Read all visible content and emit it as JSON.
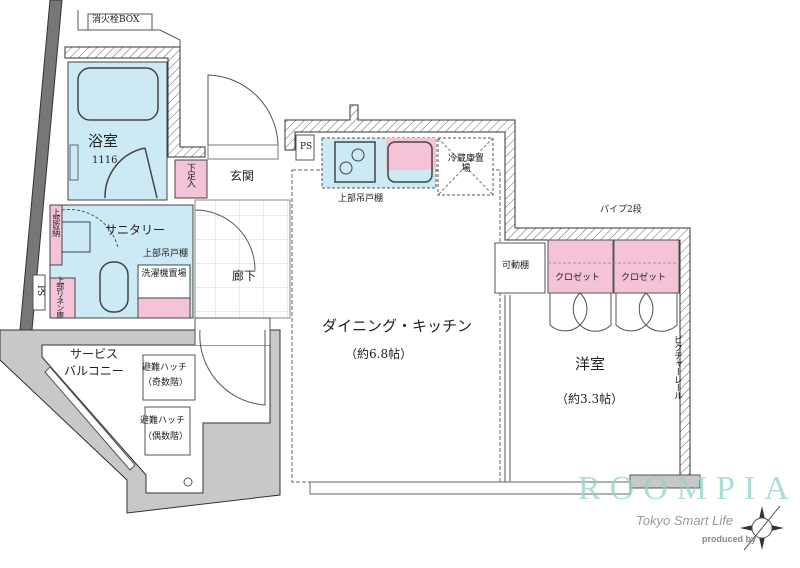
{
  "rooms": {
    "fire_box": "消火栓BOX",
    "bathroom": "浴室",
    "bathroom_size": "1116",
    "shoe_box": "下足入",
    "entrance": "玄関",
    "sanitary": "サニタリー",
    "upper_storage": "上部収納",
    "upper_linen": "上部リネン庫",
    "ps_left": "PS",
    "upper_cabinet_sanitary": "上部吊戸棚",
    "washer": "洗濯機置場",
    "hallway": "廊下",
    "ps_kitchen": "PS",
    "upper_cabinet_kitchen": "上部吊戸棚",
    "fridge": "冷蔵庫置場",
    "dk": "ダイニング・キッチン",
    "dk_size": "（約6.8帖）",
    "movable_shelf": "可動棚",
    "pipe": "パイプ2段",
    "closet_1": "クロゼット",
    "closet_2": "クロゼット",
    "western_room": "洋室",
    "western_size": "（約3.3帖）",
    "picture_rail": "ピクチャーレール",
    "balcony_line1": "サービス",
    "balcony_line2": "バルコニー",
    "hatch_odd_1": "避難ハッチ",
    "hatch_odd_2": "（奇数階）",
    "hatch_even_1": "避難ハッチ",
    "hatch_even_2": "（偶数階）"
  },
  "branding": {
    "logo": "ROOMPIA",
    "tagline": "Tokyo Smart Life",
    "produced_by": "produced by",
    "compass_icon": "compass-north-icon"
  },
  "colors": {
    "wet_area": "#cce9f6",
    "storage": "#f4c3d7",
    "wall": "#555555",
    "balcony": "#c8c8c8",
    "watermark": "#8fd5c9"
  }
}
